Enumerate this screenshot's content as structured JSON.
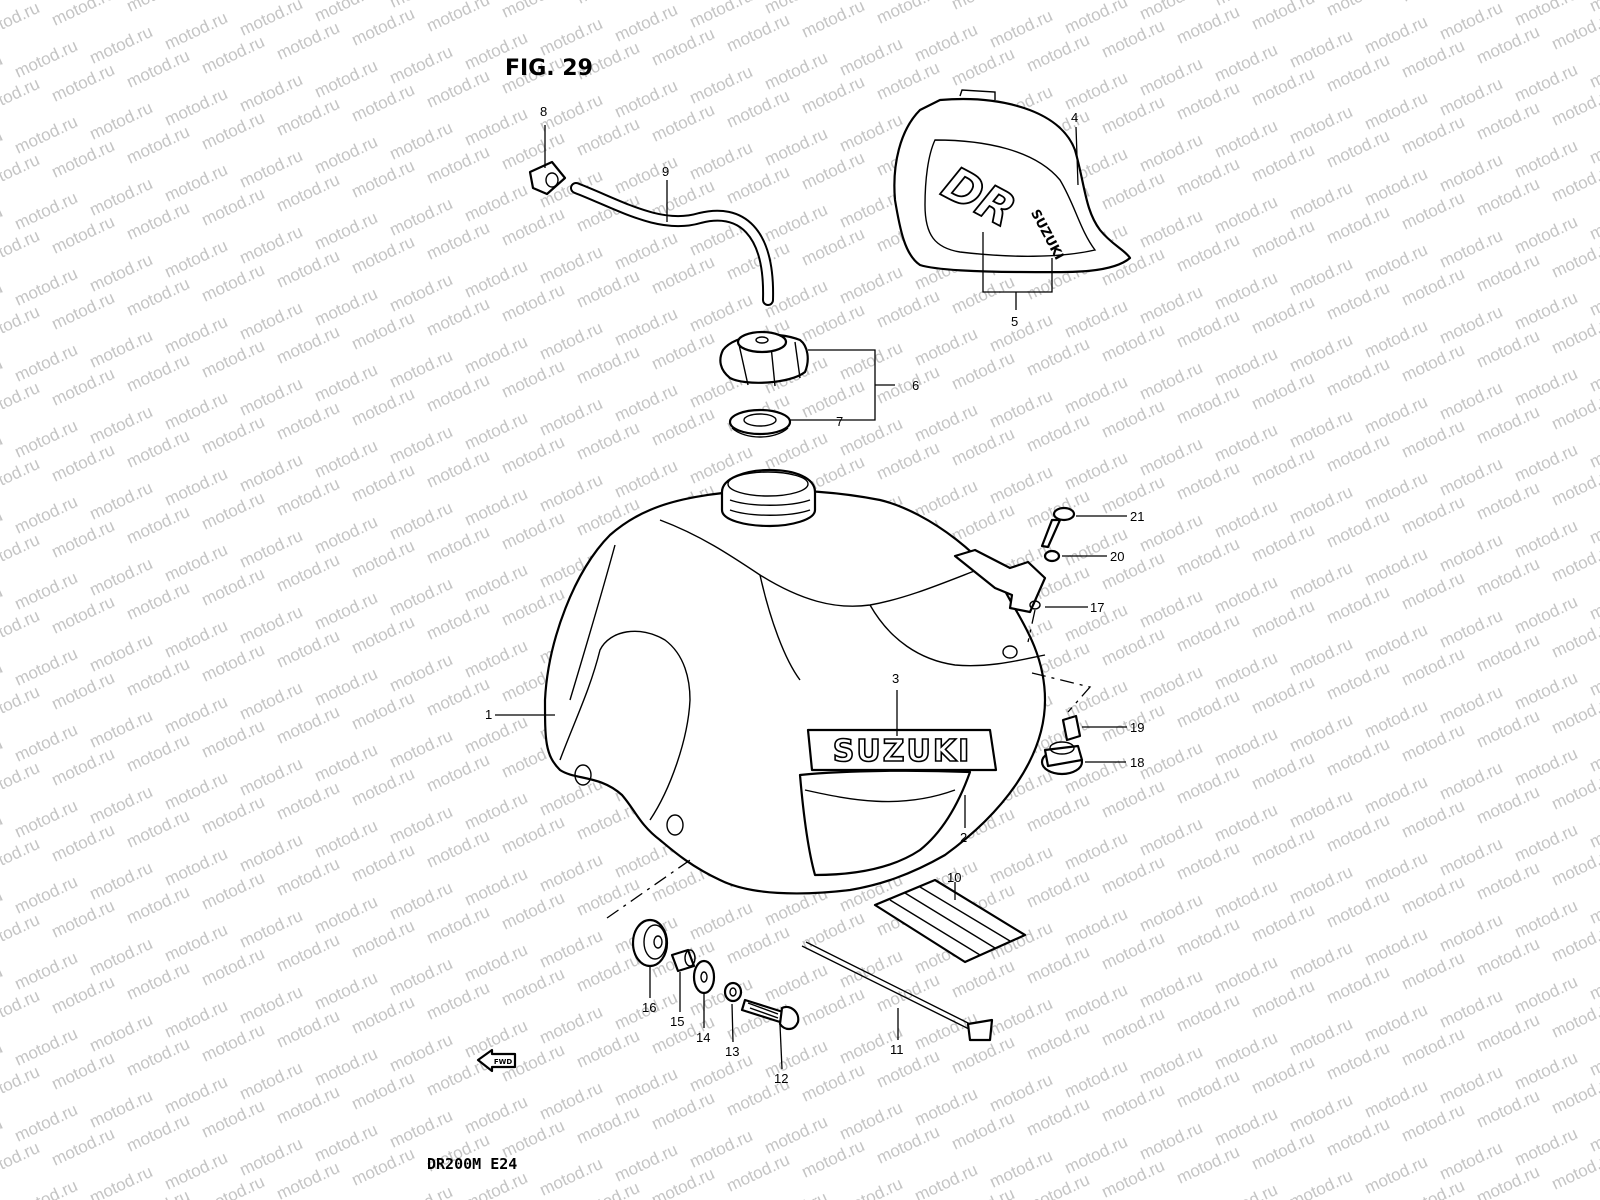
{
  "figure": {
    "title": "FIG. 29",
    "model_code": "DR200M  E24"
  },
  "watermark": {
    "text": "motod.ru",
    "color": "#c4c4c4"
  },
  "decals": {
    "tank_logo": "SUZUKI",
    "cover_logo_small": "SUZUKI",
    "cover_logo_big": "DR"
  },
  "direction_marker": "FWD",
  "callouts": [
    {
      "id": "1",
      "label": "1"
    },
    {
      "id": "2",
      "label": "2"
    },
    {
      "id": "3",
      "label": "3"
    },
    {
      "id": "4",
      "label": "4"
    },
    {
      "id": "5",
      "label": "5"
    },
    {
      "id": "6",
      "label": "6"
    },
    {
      "id": "7",
      "label": "7"
    },
    {
      "id": "8",
      "label": "8"
    },
    {
      "id": "9",
      "label": "9"
    },
    {
      "id": "10",
      "label": "10"
    },
    {
      "id": "11",
      "label": "11"
    },
    {
      "id": "12",
      "label": "12"
    },
    {
      "id": "13",
      "label": "13"
    },
    {
      "id": "14",
      "label": "14"
    },
    {
      "id": "15",
      "label": "15"
    },
    {
      "id": "16",
      "label": "16"
    },
    {
      "id": "17",
      "label": "17"
    },
    {
      "id": "18",
      "label": "18"
    },
    {
      "id": "19",
      "label": "19"
    },
    {
      "id": "20",
      "label": "20"
    },
    {
      "id": "21",
      "label": "21"
    }
  ]
}
